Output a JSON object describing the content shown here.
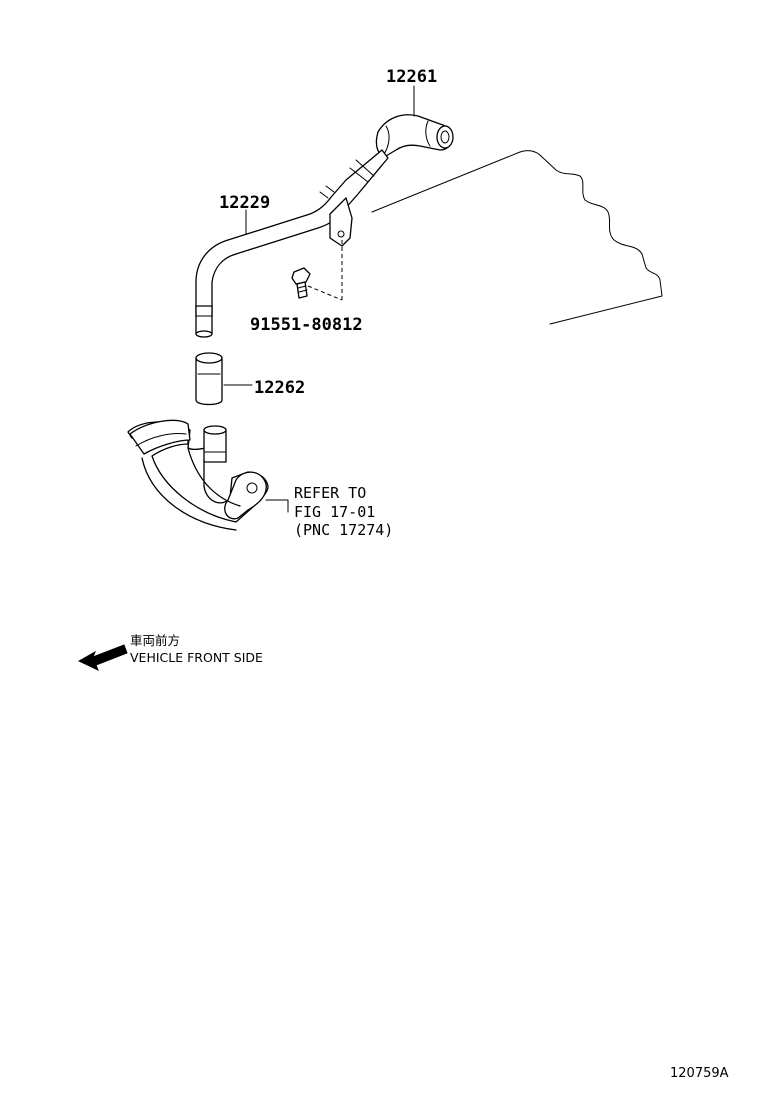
{
  "parts": {
    "hose_12261": "12261",
    "pipe_12229": "12229",
    "bolt_91551": "91551-80812",
    "hose_12262": "12262"
  },
  "reference": {
    "line1": "REFER TO",
    "line2": "FIG 17-01",
    "line3": "(PNC 17274)"
  },
  "direction": {
    "japanese": "車両前方",
    "english": "VEHICLE FRONT SIDE"
  },
  "illustration_id": "120759A"
}
